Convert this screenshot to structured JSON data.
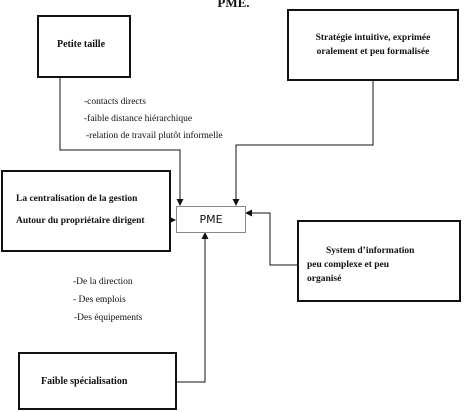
{
  "diagram": {
    "title": "PME.",
    "center": {
      "label": "PME"
    },
    "petite_taille": {
      "label": "Petite taille",
      "notes": [
        "-contacts directs",
        "-faible distance hiérarchique",
        "-relation de travail plutôt informelle"
      ]
    },
    "strategie": {
      "line1": "Stratégie intuitive, exprimée",
      "line2": "oralement et peu formalisée"
    },
    "centralisation": {
      "line1": "La centralisation de la gestion",
      "line2": "Autour du propriétaire dirigent"
    },
    "systeme": {
      "line1": "System d’information",
      "line2": "peu complexe et peu",
      "line3": "organisé"
    },
    "specialisation": {
      "label": "Faible  spécialisation",
      "notes": [
        "-De la direction",
        "- Des emplois",
        "-Des équipements"
      ]
    }
  }
}
